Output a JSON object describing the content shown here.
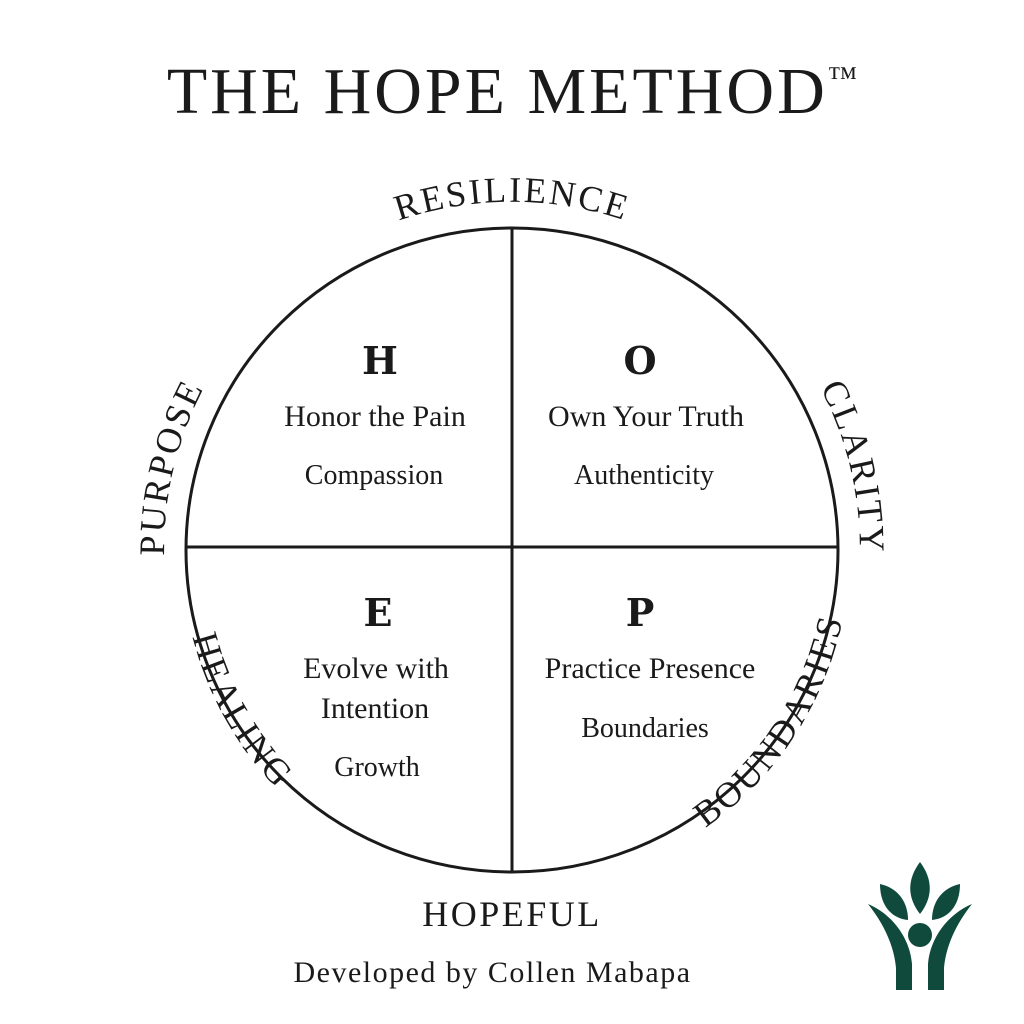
{
  "header": {
    "title": "THE HOPE METHOD",
    "trademark": "™"
  },
  "ring_labels": {
    "top": "RESILIENCE",
    "upper_left": "PURPOSE",
    "upper_right": "CLARITY",
    "lower_left": "HEALING",
    "lower_right": "BOUNDARIES",
    "bottom": "HOPEFUL"
  },
  "quadrants": [
    {
      "letter": "H",
      "title_lines": [
        "Honor the Pain"
      ],
      "subtitle": "Compassion"
    },
    {
      "letter": "O",
      "title_lines": [
        "Own Your Truth"
      ],
      "subtitle": "Authenticity"
    },
    {
      "letter": "E",
      "title_lines": [
        "Evolve with",
        "Intention"
      ],
      "subtitle": "Growth"
    },
    {
      "letter": "P",
      "title_lines": [
        "Practice Presence"
      ],
      "subtitle": "Boundaries"
    }
  ],
  "footer": {
    "credit": "Developed by Collen Mabapa"
  },
  "colors": {
    "ink": "#1a1a1a",
    "logo_green": "#0f4a3c",
    "background": "#ffffff"
  },
  "logo": {
    "icon": "tree-person-leaves-icon"
  }
}
